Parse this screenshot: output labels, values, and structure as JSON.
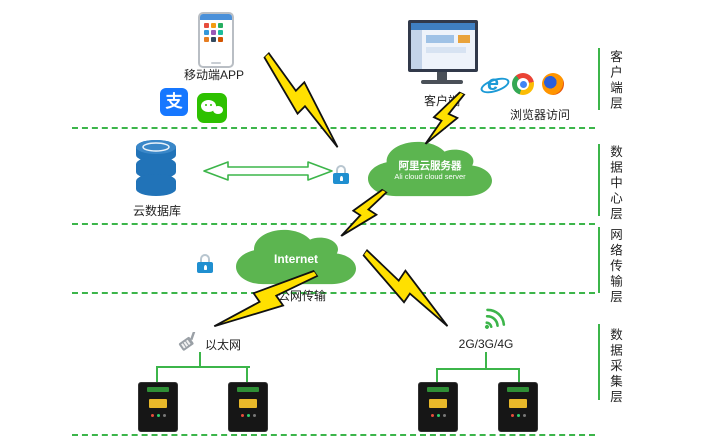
{
  "layers": [
    {
      "label": "客户端层"
    },
    {
      "label": "数据中心层"
    },
    {
      "label": "网络传输层"
    },
    {
      "label": "数据采集层"
    }
  ],
  "nodes": {
    "mobile_app": {
      "label": "移动端APP"
    },
    "client": {
      "label": "客户端"
    },
    "browser_access": {
      "label": "浏览器访问"
    },
    "cloud_database": {
      "label": "云数据库"
    },
    "ali_cloud_server": {
      "label_cn": "阿里云服务器",
      "label_en": "Ali cloud  cloud server"
    },
    "internet": {
      "label": "Internet"
    },
    "public_network": {
      "label": "公网传输"
    },
    "ethernet": {
      "label": "以太网"
    },
    "cellular": {
      "label": "2G/3G/4G"
    }
  },
  "icons": {
    "alipay_glyph": "支",
    "ie_glyph": "e"
  },
  "colors": {
    "line_green": "#3cb54a",
    "cloud_green": "#5cb550",
    "database_blue": "#2173b8",
    "lock_blue": "#1f8fd0",
    "lightning_yellow": "#ffe000",
    "alipay_blue": "#1677ff",
    "wechat_green": "#2dc100"
  }
}
